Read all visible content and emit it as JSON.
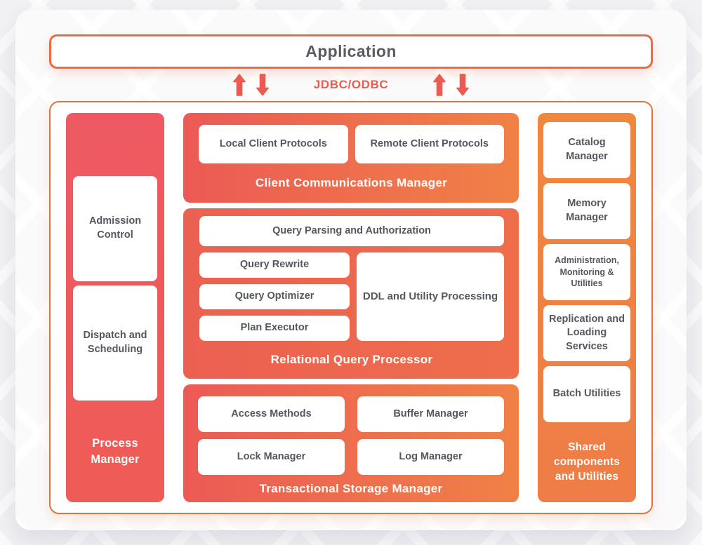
{
  "application": {
    "label": "Application"
  },
  "connector": {
    "label": "JDBC/ODBC",
    "icons": [
      "arrow-up-icon",
      "arrow-down-icon",
      "arrow-up-icon",
      "arrow-down-icon"
    ]
  },
  "process_manager": {
    "title": "Process Manager",
    "items": [
      "Admission Control",
      "Dispatch and Scheduling"
    ]
  },
  "client_communications": {
    "title": "Client Communications Manager",
    "items": [
      "Local Client Protocols",
      "Remote Client Protocols"
    ]
  },
  "query_processor": {
    "title": "Relational Query Processor",
    "top_item": "Query Parsing and Authorization",
    "left_items": [
      "Query Rewrite",
      "Query Optimizer",
      "Plan Executor"
    ],
    "right_item": "DDL and Utility Processing"
  },
  "storage_manager": {
    "title": "Transactional Storage Manager",
    "items": [
      "Access Methods",
      "Buffer Manager",
      "Lock Manager",
      "Log Manager"
    ]
  },
  "shared_components": {
    "title": "Shared components and Utilities",
    "items": [
      "Catalog Manager",
      "Memory Manager",
      "Administration, Monitoring & Utilities",
      "Replication and Loading Services",
      "Batch Utilities"
    ]
  },
  "colors": {
    "accent_red": "#ee5a5e",
    "accent_coral": "#ec6051",
    "accent_orange": "#f0873f",
    "border_orange": "#ed6b3e",
    "arrow_red": "#ec5a50",
    "text_dark": "#54575d",
    "card_bg": "#fafafb",
    "page_bg": "#f1f1f4"
  }
}
